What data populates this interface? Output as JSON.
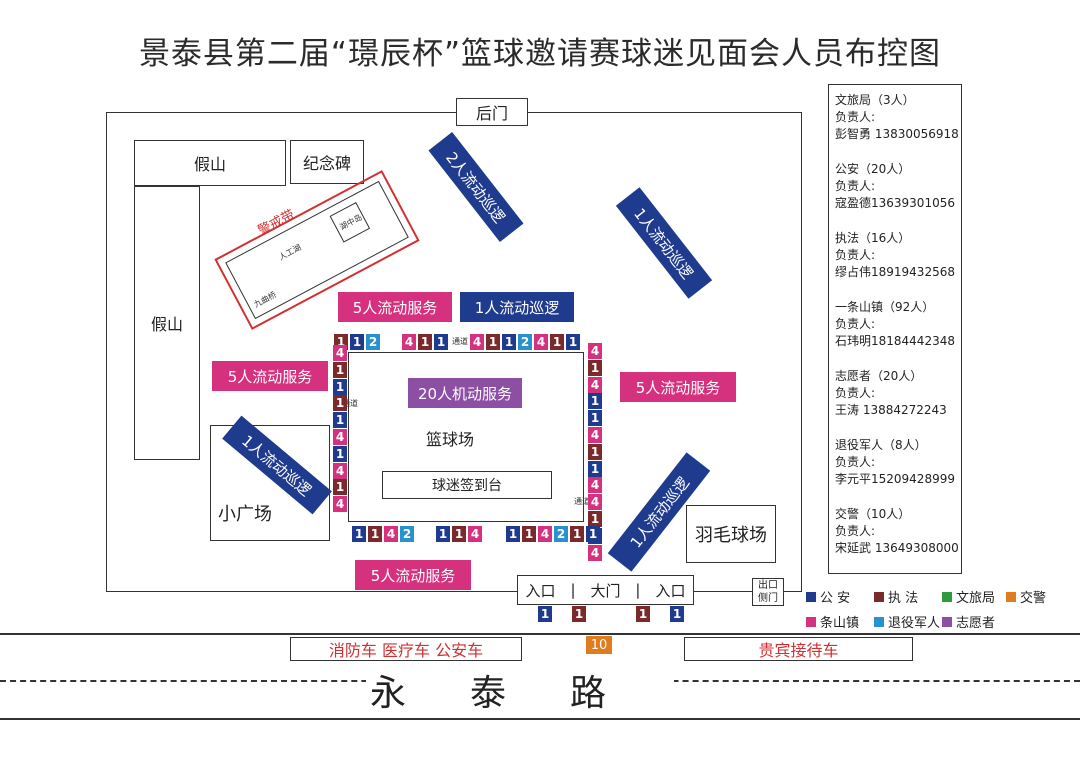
{
  "title": "景泰县第二届“璟辰杯”篮球邀请赛球迷见面会人员布控图",
  "places": {
    "back_gate": "后门",
    "rockery1": "假山",
    "rockery2": "假山",
    "monument": "纪念碑",
    "cordon": "警戒带",
    "small_square": "小广场",
    "court": "篮球场",
    "signin": "球迷签到台",
    "badminton": "羽毛球场",
    "entrance_left": "入口",
    "main_gate": "大门",
    "entrance_right": "入口",
    "side_exit": "出口",
    "side_gate": "侧门",
    "channel1": "通道",
    "channel2": "通道",
    "channel3": "通道",
    "inner_a": "人工湖",
    "inner_b": "九曲桥",
    "inner_c": "湖中岛"
  },
  "bands": {
    "patrol_2": "2人流动巡逻",
    "patrol_1_tr": "1人流动巡逻",
    "serve_5_top": "5人流动服务",
    "patrol_1_top": "1人流动巡逻",
    "serve_5_left": "5人流动服务",
    "serve_5_right": "5人流动服务",
    "mobile_20": "20人机动服务",
    "patrol_1_left": "1人流动巡逻",
    "patrol_1_br": "1人流动巡逻",
    "serve_5_bottom": "5人流动服务"
  },
  "vehicles": {
    "emergency": "消防车  医疗车  公安车",
    "vip": "贵宾接待车",
    "traffic_count": "10"
  },
  "road": "永泰路",
  "info": [
    {
      "dept": "文旅局（3人）",
      "lead": "负责人:",
      "person": "彭智勇  13830056918"
    },
    {
      "dept": "公安（20人）",
      "lead": "负责人:",
      "person": "寇盈德13639301056"
    },
    {
      "dept": "执法（16人）",
      "lead": "负责人:",
      "person": "缪占伟18919432568"
    },
    {
      "dept": "一条山镇（92人）",
      "lead": "负责人:",
      "person": "石玮明18184442348"
    },
    {
      "dept": "志愿者（20人）",
      "lead": "负责人:",
      "person": "王涛  13884272243"
    },
    {
      "dept": "退役军人（8人）",
      "lead": "负责人:",
      "person": "李元平15209428999"
    },
    {
      "dept": "交警（10人）",
      "lead": "负责人:",
      "person": "宋延武  13649308000"
    }
  ],
  "legend": [
    {
      "label": "公  安",
      "color": "#1f3b8e"
    },
    {
      "label": "执  法",
      "color": "#7a2a2a"
    },
    {
      "label": "文旅局",
      "color": "#2e9a3e"
    },
    {
      "label": "交警",
      "color": "#e07b20"
    },
    {
      "label": "条山镇",
      "color": "#d6317e"
    },
    {
      "label": "退役军人",
      "color": "#2a91d0"
    },
    {
      "label": "志愿者",
      "color": "#8c4fa4"
    }
  ],
  "chips": {
    "top_left": [
      "1",
      "1",
      "2"
    ],
    "top_mid": [
      "4",
      "1",
      "1"
    ],
    "top_right": [
      "4",
      "1",
      "1",
      "2",
      "4",
      "1",
      "1"
    ],
    "left": [
      "4",
      "1",
      "1",
      "1",
      "1",
      "4",
      "1",
      "4",
      "1",
      "4"
    ],
    "right": [
      "4",
      "1",
      "4",
      "1",
      "1",
      "4",
      "1",
      "1",
      "4",
      "4",
      "1",
      "1",
      "4"
    ],
    "bottom_a": [
      "1",
      "1",
      "4",
      "2"
    ],
    "bottom_b": [
      "1",
      "1",
      "4"
    ],
    "bottom_c": [
      "1",
      "1",
      "4",
      "2",
      "1",
      "1"
    ],
    "gate": [
      "1",
      "1",
      "1",
      "1"
    ]
  }
}
